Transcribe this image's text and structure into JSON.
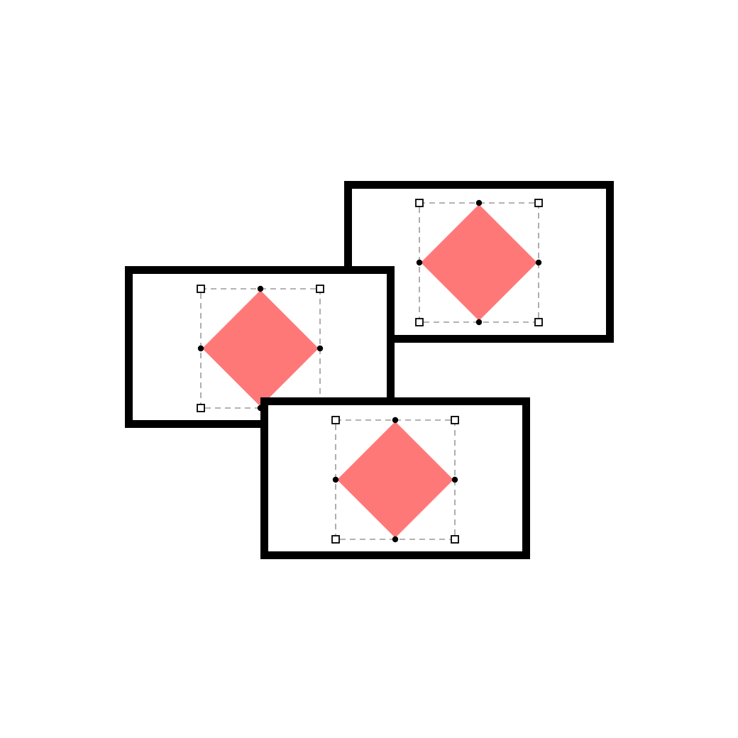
{
  "canvas": {
    "background": "#ffffff"
  },
  "style": {
    "frame_border_color": "#000000",
    "shape_fill_color": "#ff7878",
    "bounding_box_color": "#9a9a9a",
    "handle_fill_color": "#ffffff",
    "handle_stroke_color": "#000000",
    "anchor_point_color": "#000000"
  },
  "frames": [
    {
      "name": "frame-top-right",
      "shape": "diamond",
      "selected": true,
      "corner_handles": [
        "square-handle",
        "square-handle",
        "square-handle",
        "square-handle"
      ],
      "edge_points": [
        "anchor-point",
        "anchor-point",
        "anchor-point",
        "anchor-point"
      ]
    },
    {
      "name": "frame-middle-left",
      "shape": "diamond",
      "selected": true,
      "corner_handles": [
        "square-handle",
        "square-handle",
        "square-handle",
        "square-handle"
      ],
      "edge_points": [
        "anchor-point",
        "anchor-point",
        "anchor-point",
        "anchor-point"
      ]
    },
    {
      "name": "frame-bottom-center",
      "shape": "diamond",
      "selected": true,
      "corner_handles": [
        "square-handle",
        "square-handle",
        "square-handle",
        "square-handle"
      ],
      "edge_points": [
        "anchor-point",
        "anchor-point",
        "anchor-point",
        "anchor-point"
      ]
    }
  ]
}
